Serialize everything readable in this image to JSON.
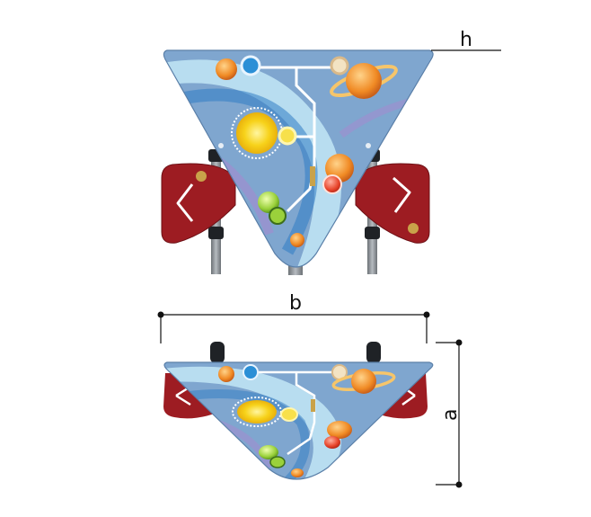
{
  "labels": {
    "height": "h",
    "width": "b",
    "depth": "a"
  },
  "colors": {
    "panel_blue": "#7fa6cf",
    "panel_light_band": "#bfe3f3",
    "wing_red": "#9d1c22",
    "post_gray": "#8c9196",
    "sun_yellow": "#f7d21a",
    "planet_orange": "#f08a24",
    "planet_green": "#9ad13b",
    "track_white": "#ffffff",
    "dimension_line": "#111111"
  }
}
